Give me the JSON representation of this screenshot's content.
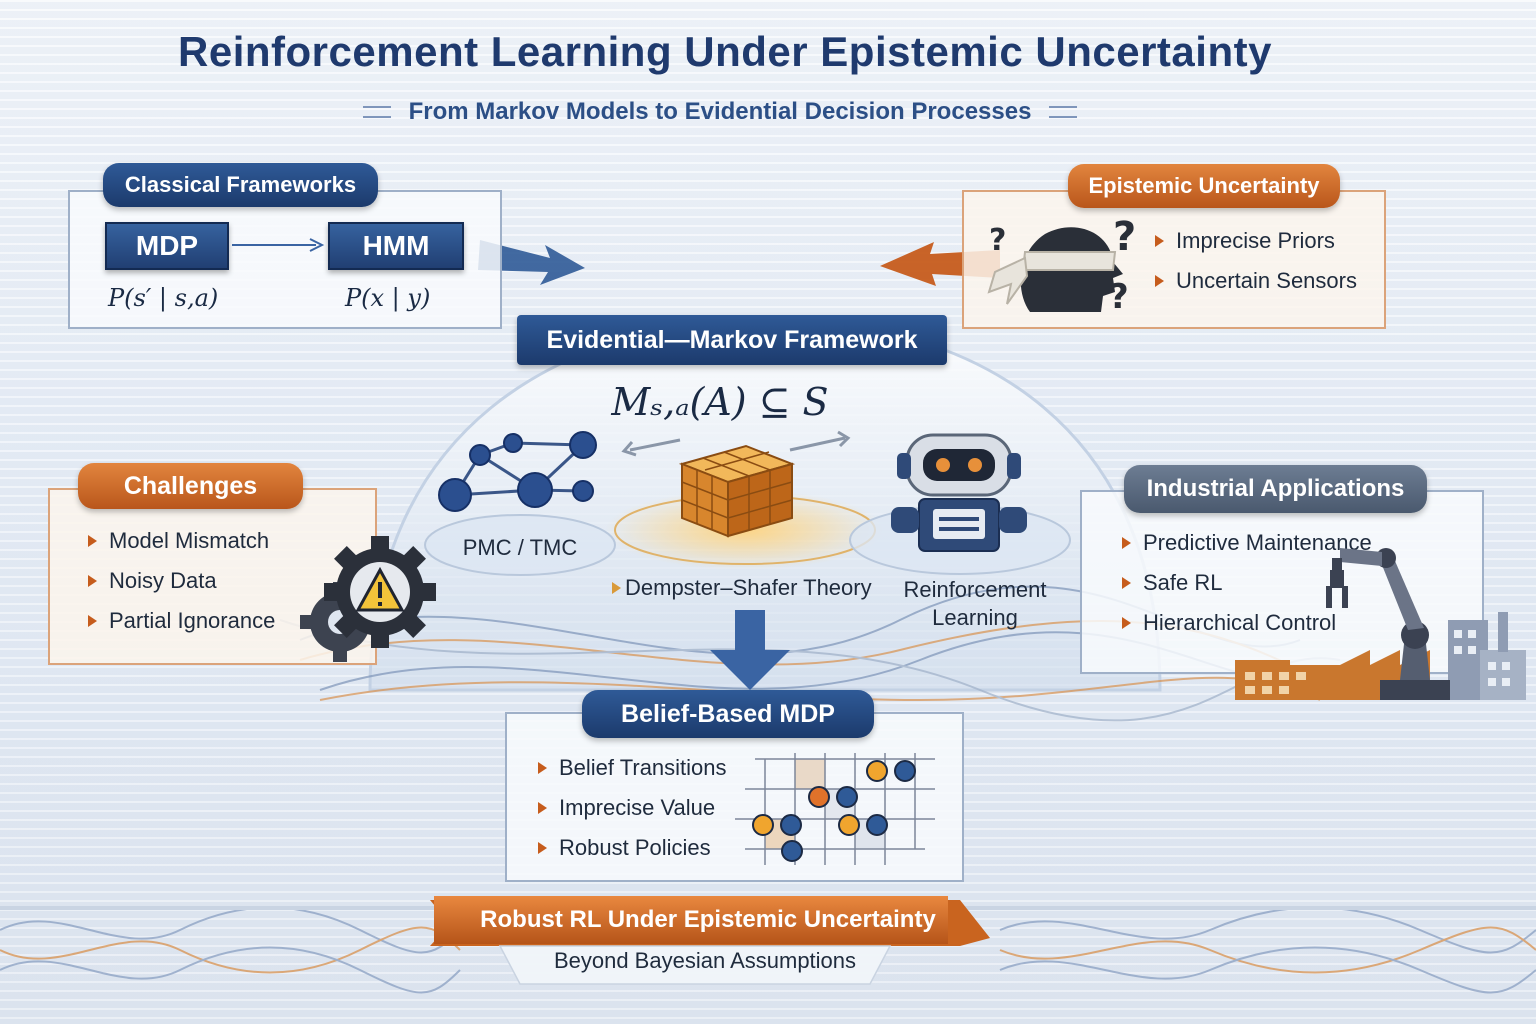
{
  "header": {
    "title": "Reinforcement Learning Under Epistemic Uncertainty",
    "subtitle": "From Markov Models to Evidential Decision Processes"
  },
  "classical": {
    "label": "Classical Frameworks",
    "mdp": "MDP",
    "hmm": "HMM",
    "mdp_formula": "P(s′ | s,a)",
    "hmm_formula": "P(x | y)"
  },
  "epistemic": {
    "label": "Epistemic Uncertainty",
    "items": [
      "Imprecise Priors",
      "Uncertain Sensors"
    ]
  },
  "center": {
    "label": "Evidential—Markov Framework",
    "formula": "Mₛ,ₐ(A) ⊆ S",
    "pmc": "PMC / TMC",
    "ds": "Dempster–Shafer Theory",
    "rl_line1": "Reinforcement",
    "rl_line2": "Learning"
  },
  "challenges": {
    "label": "Challenges",
    "items": [
      "Model Mismatch",
      "Noisy Data",
      "Partial Ignorance"
    ]
  },
  "industrial": {
    "label": "Industrial Applications",
    "items": [
      "Predictive Maintenance",
      "Safe RL",
      "Hierarchical Control"
    ]
  },
  "belief": {
    "label": "Belief-Based MDP",
    "items": [
      "Belief Transitions",
      "Imprecise Value",
      "Robust Policies"
    ]
  },
  "footer": {
    "banner": "Robust RL Under Epistemic Uncertainty",
    "tagline": "Beyond Bayesian Assumptions"
  },
  "colors": {
    "navy": "#1f3a6e",
    "orange": "#c65c1c",
    "grey": "#4a596e"
  }
}
